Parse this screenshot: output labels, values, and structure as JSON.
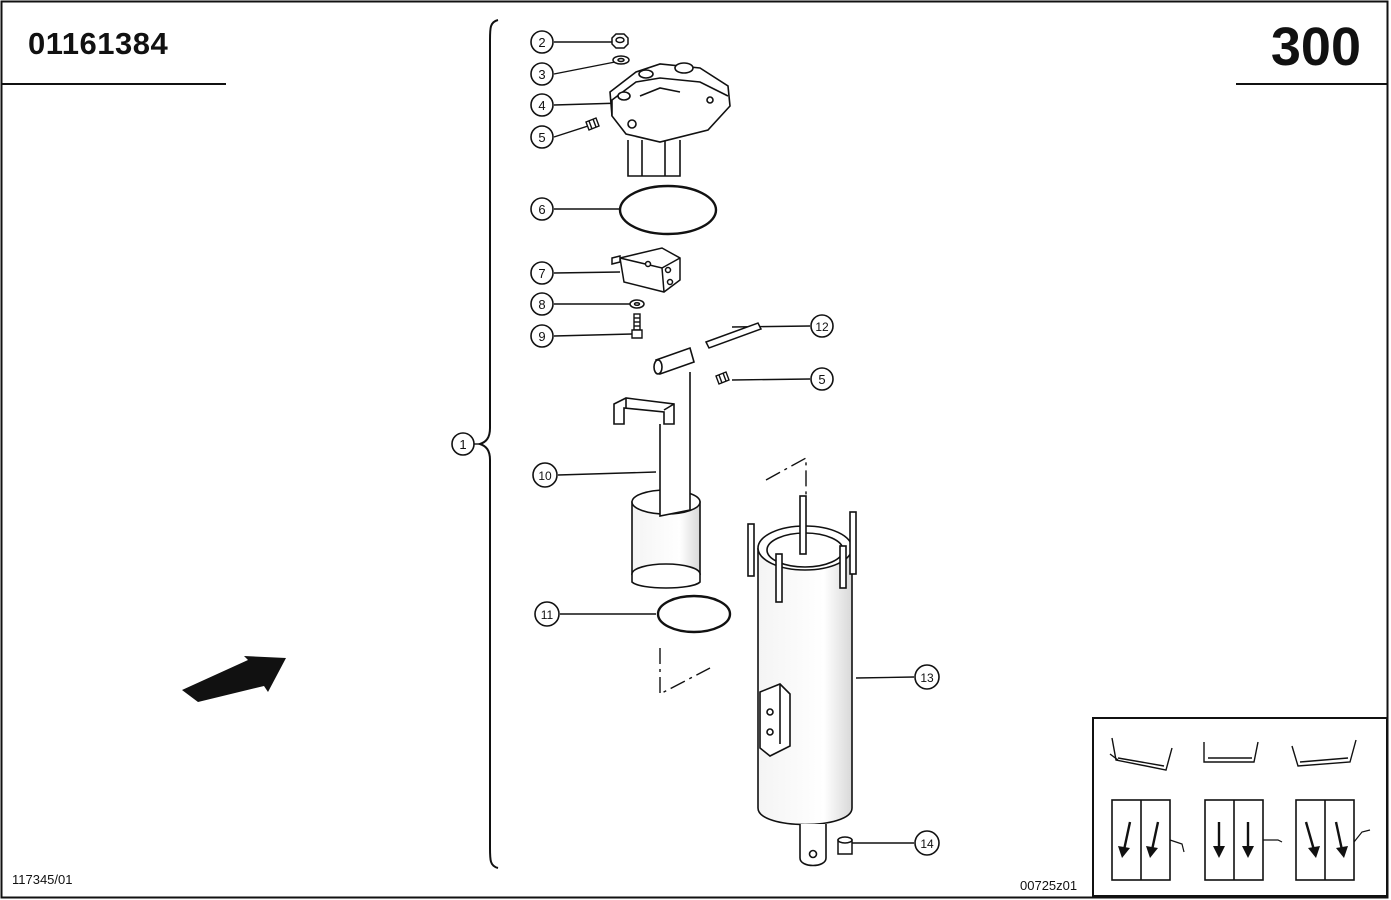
{
  "header": {
    "part_number": "01161384",
    "page_number": "300"
  },
  "footer": {
    "doc_ref": "117345/01",
    "drawing_ref": "00725z01"
  },
  "callouts": [
    "1",
    "2",
    "3",
    "4",
    "5",
    "6",
    "7",
    "8",
    "9",
    "10",
    "11",
    "12",
    "5",
    "13",
    "14"
  ],
  "colors": {
    "ink": "#111111",
    "background": "#ffffff",
    "cylinder_shade": "#e2e2e2"
  },
  "icons": [
    "direction-arrow-icon",
    "mounting-orientation-icon"
  ]
}
